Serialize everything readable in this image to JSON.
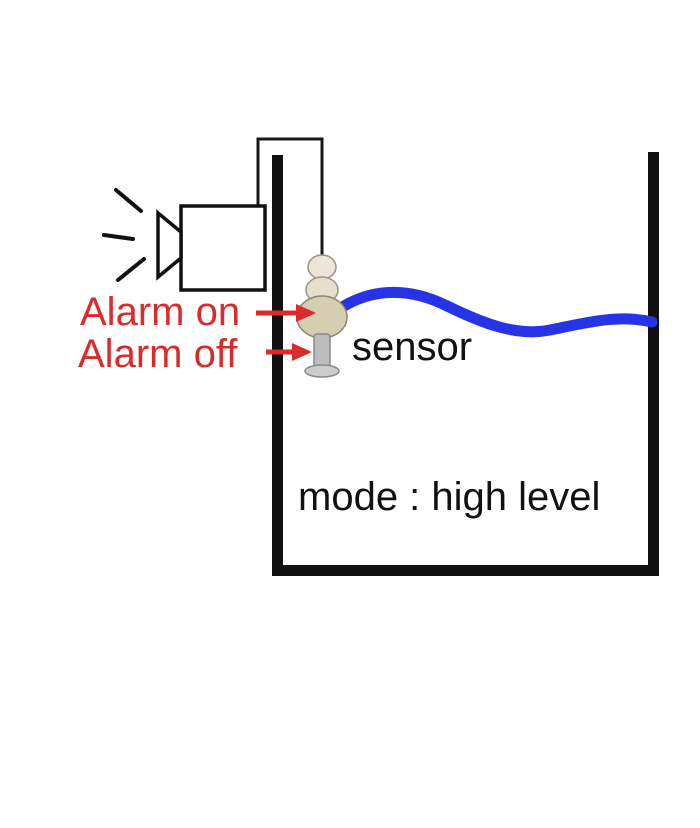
{
  "diagram": {
    "title": "water level sensor alarm diagram",
    "labels": {
      "alarm_on": "Alarm on",
      "alarm_off": "Alarm off",
      "sensor": "sensor",
      "mode": "mode : high level"
    },
    "colors": {
      "alarm_text": "#d92b2b",
      "arrow": "#d92b2b",
      "water": "#2733e6",
      "outline": "#111111"
    }
  }
}
